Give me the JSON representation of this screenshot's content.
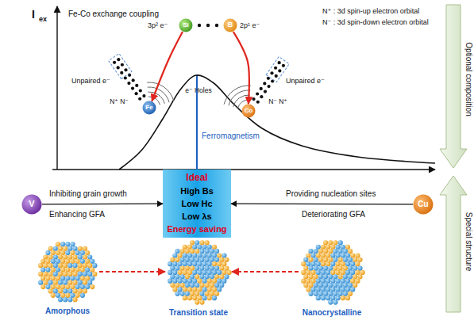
{
  "diagram": {
    "nodes": [
      {
        "text": [
          "Si"
        ]
      },
      {
        "text": [
          "B"
        ]
      },
      {
        "text": [
          "Fe"
        ]
      },
      {
        "text": [
          "Co"
        ]
      },
      {
        "text": [
          "Ideal",
          "High Bs",
          "Low Hc",
          "Low λs",
          "Energy saving"
        ]
      },
      {
        "text": [
          "V"
        ]
      },
      {
        "text": [
          "Cu"
        ]
      },
      {
        "text": [
          "Amorphous"
        ]
      },
      {
        "text": [
          "Transition state"
        ]
      },
      {
        "text": [
          "Nanocrystalline"
        ]
      }
    ],
    "edges": [
      {
        "from": 0,
        "to": 2,
        "arrow": "to"
      },
      {
        "from": 1,
        "to": 3,
        "arrow": "to"
      },
      {
        "from": 5,
        "to": 4,
        "arrow": "to"
      },
      {
        "from": 6,
        "to": 4,
        "arrow": "to"
      },
      {
        "from": 7,
        "to": 8,
        "arrow": "to"
      },
      {
        "from": 9,
        "to": 8,
        "arrow": "to"
      }
    ],
    "labels": [
      "I",
      "ex",
      "Fe-Co exchange coupling",
      "N⁺ : 3d spin-up electron orbital",
      "N⁻ : 3d spin-down electron orbital",
      "3p² e⁻",
      "2p¹ e⁻",
      "Unpaired e⁻",
      "e⁻ Holes",
      "Unpaired e⁻",
      "N⁺ N⁻",
      "N⁻ N⁺",
      "Ferromagnetism",
      "Optional composition",
      "Special structure",
      "Inhibiting grain growth",
      "Enhancing GFA",
      "Providing nucleation sites",
      "Deteriorating GFA"
    ]
  }
}
